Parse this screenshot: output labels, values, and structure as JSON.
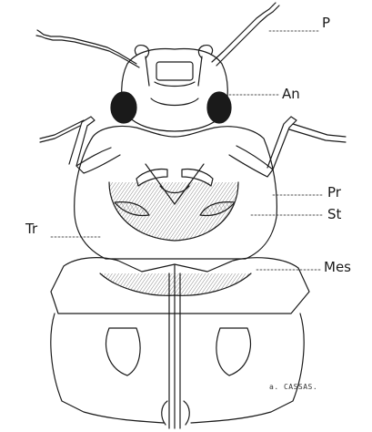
{
  "labels": {
    "p": "P",
    "an": "An",
    "pr": "Pr",
    "st": "St",
    "tr": "Tr",
    "mes": "Mes"
  },
  "signature": "a. CASSAS.",
  "colors": {
    "ink": "#1a1a1a",
    "paper": "#ffffff",
    "shade": "#8a8a8a"
  }
}
